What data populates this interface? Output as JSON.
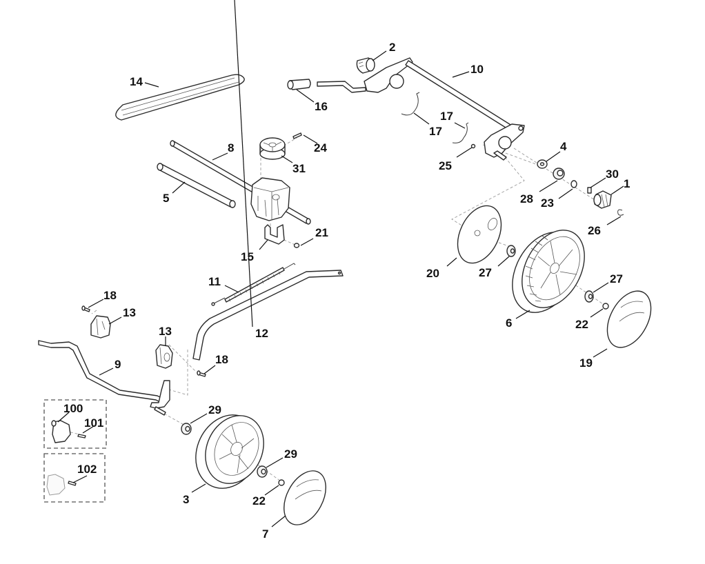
{
  "diagram": {
    "type": "exploded-parts-diagram",
    "subject": "Lawn mower drive assembly (wheels, gearbox, axle, height-adjust levers)",
    "callouts": [
      {
        "id": "c1",
        "label": "1",
        "part": "drive-pinion"
      },
      {
        "id": "c2",
        "label": "2",
        "part": "drive-pinion-upper"
      },
      {
        "id": "c3",
        "label": "3",
        "part": "front-wheel"
      },
      {
        "id": "c4",
        "label": "4",
        "part": "washer"
      },
      {
        "id": "c5",
        "label": "5",
        "part": "rear-axle-tube"
      },
      {
        "id": "c6",
        "label": "6",
        "part": "rear-wheel"
      },
      {
        "id": "c7",
        "label": "7",
        "part": "front-hub-cap"
      },
      {
        "id": "c8",
        "label": "8",
        "part": "drive-shaft"
      },
      {
        "id": "c9",
        "label": "9",
        "part": "front-axle"
      },
      {
        "id": "c10",
        "label": "10",
        "part": "rear-height-lever"
      },
      {
        "id": "c11",
        "label": "11",
        "part": "tension-spring"
      },
      {
        "id": "c12",
        "label": "12",
        "part": "connecting-rod"
      },
      {
        "id": "c13a",
        "label": "13",
        "part": "axle-bracket-left"
      },
      {
        "id": "c13b",
        "label": "13",
        "part": "axle-bracket-right"
      },
      {
        "id": "c14",
        "label": "14",
        "part": "v-belt"
      },
      {
        "id": "c15",
        "label": "15",
        "part": "gearbox-bracket"
      },
      {
        "id": "c16",
        "label": "16",
        "part": "lever-grip"
      },
      {
        "id": "c17a",
        "label": "17",
        "part": "spring-clip-1"
      },
      {
        "id": "c17b",
        "label": "17",
        "part": "spring-clip-2"
      },
      {
        "id": "c18a",
        "label": "18",
        "part": "screw-left"
      },
      {
        "id": "c18b",
        "label": "18",
        "part": "screw-right"
      },
      {
        "id": "c19",
        "label": "19",
        "part": "rear-hub-cap"
      },
      {
        "id": "c20",
        "label": "20",
        "part": "rear-wheel-guard-disc"
      },
      {
        "id": "c21",
        "label": "21",
        "part": "bracket-screw"
      },
      {
        "id": "c22a",
        "label": "22",
        "part": "rear-wheel-nut"
      },
      {
        "id": "c22b",
        "label": "22",
        "part": "front-wheel-nut"
      },
      {
        "id": "c23",
        "label": "23",
        "part": "o-ring"
      },
      {
        "id": "c24",
        "label": "24",
        "part": "pulley-pin"
      },
      {
        "id": "c25",
        "label": "25",
        "part": "small-clip"
      },
      {
        "id": "c26",
        "label": "26",
        "part": "circlip"
      },
      {
        "id": "c27a",
        "label": "27",
        "part": "rear-bearing-inner"
      },
      {
        "id": "c27b",
        "label": "27",
        "part": "rear-bearing-outer"
      },
      {
        "id": "c28",
        "label": "28",
        "part": "bearing"
      },
      {
        "id": "c29a",
        "label": "29",
        "part": "front-bearing-inner"
      },
      {
        "id": "c29b",
        "label": "29",
        "part": "front-bearing-outer"
      },
      {
        "id": "c30",
        "label": "30",
        "part": "key"
      },
      {
        "id": "c31",
        "label": "31",
        "part": "gearbox-pulley"
      },
      {
        "id": "c100",
        "label": "100",
        "part": "height-adjuster-kit"
      },
      {
        "id": "c101",
        "label": "101",
        "part": "adjuster-screw"
      },
      {
        "id": "c102",
        "label": "102",
        "part": "alternate-adjuster-screw"
      }
    ]
  }
}
